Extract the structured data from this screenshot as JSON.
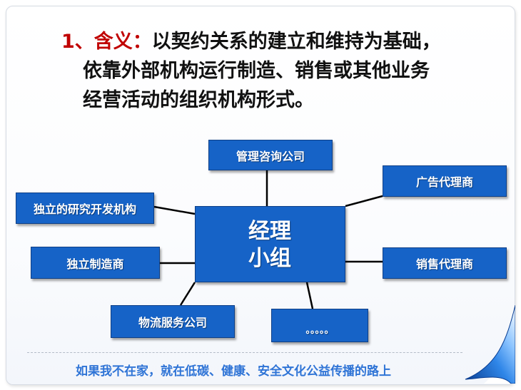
{
  "heading": {
    "label": "1、含义：",
    "line1": "以契约关系的建立和维持为基础，",
    "line2": "依靠外部机构运行制造、销售或其他业务",
    "line3": "经营活动的组织机构形式。"
  },
  "diagram": {
    "center": {
      "line1": "经理",
      "line2": "小组"
    },
    "nodes": {
      "consulting": "管理咨询公司",
      "advertising": "广告代理商",
      "research": "独立的研究开发机构",
      "manufacturer": "独立制造商",
      "sales": "销售代理商",
      "logistics": "物流服务公司",
      "more": "。。。。。"
    }
  },
  "footer": {
    "slogan": "如果我不在家，就在低碳、健康、安全文化公益传播的路上"
  },
  "colors": {
    "box": "#1663c7",
    "label": "#c00000",
    "footer": "#2f74d6"
  }
}
